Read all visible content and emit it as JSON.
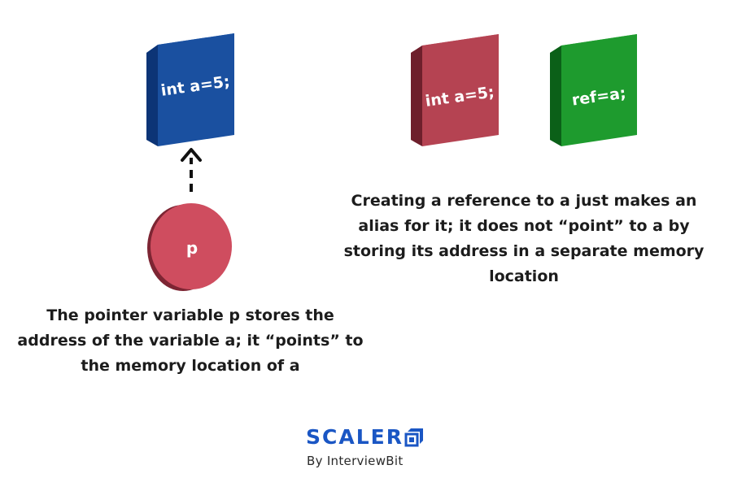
{
  "diagram": {
    "pointer_example": {
      "variable_label": "int a=5;",
      "pointer_label": "p",
      "caption_lines": [
        "The pointer variable p stores the",
        "address of the variable a; it “points” to",
        "the memory location of a"
      ]
    },
    "reference_example": {
      "variable_label": "int a=5;",
      "reference_label": "ref=a;",
      "caption_lines": [
        "Creating a reference to a just makes an",
        "alias for it; it does not “point” to a by",
        "storing its address in a separate memory",
        "location"
      ]
    }
  },
  "logo": {
    "wordmark": "SCALER",
    "tagline": "By InterviewBit"
  },
  "colors": {
    "blue_block": "#1a50a0",
    "red_block": "#b54352",
    "green_block": "#1e9b2e",
    "pointer_disc": "#cf4d5f",
    "brand_blue": "#1a56c4",
    "text": "#1c1c1c"
  }
}
